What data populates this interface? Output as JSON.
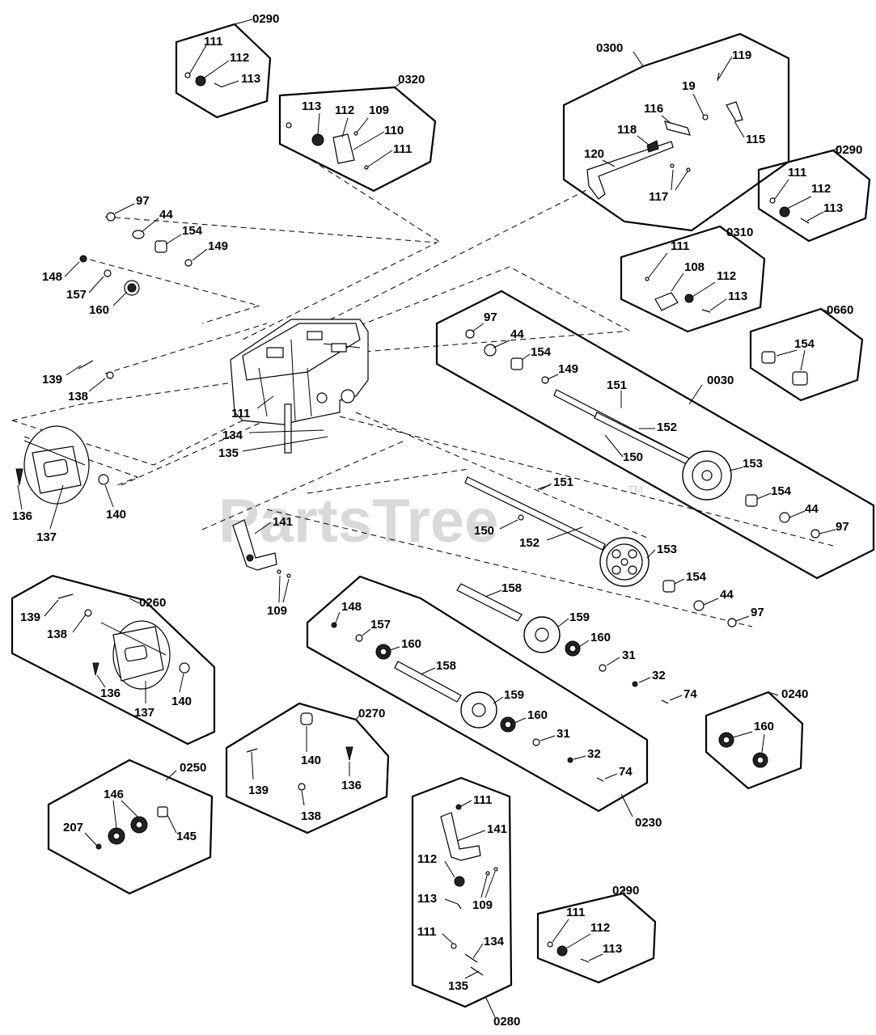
{
  "watermark": {
    "text": "PartsTree",
    "tm": "TM"
  },
  "groups": [
    {
      "id": "0290",
      "label": "0290",
      "parts": [
        "111",
        "112",
        "113"
      ]
    },
    {
      "id": "0320",
      "label": "0320",
      "parts": [
        "113",
        "112",
        "109",
        "110",
        "111"
      ]
    },
    {
      "id": "0300",
      "label": "0300",
      "parts": [
        "119",
        "19",
        "116",
        "118",
        "115",
        "120",
        "117"
      ]
    },
    {
      "id": "0290b",
      "label": "0290",
      "parts": [
        "111",
        "112",
        "113"
      ]
    },
    {
      "id": "0310",
      "label": "0310",
      "parts": [
        "111",
        "108",
        "112",
        "113"
      ]
    },
    {
      "id": "0660",
      "label": "0660",
      "parts": [
        "154"
      ]
    },
    {
      "id": "0030",
      "label": "0030",
      "parts": [
        "97",
        "44",
        "154",
        "149",
        "151",
        "152",
        "150",
        "153",
        "154",
        "44",
        "97"
      ]
    },
    {
      "id": "0260",
      "label": "0260",
      "parts": [
        "139",
        "138",
        "136",
        "137",
        "140"
      ]
    },
    {
      "id": "0230",
      "label": "0230",
      "parts": [
        "148",
        "157",
        "160",
        "158",
        "159",
        "160",
        "31",
        "32",
        "74"
      ]
    },
    {
      "id": "0240",
      "label": "0240",
      "parts": [
        "160"
      ]
    },
    {
      "id": "0270",
      "label": "0270",
      "parts": [
        "140",
        "139",
        "136",
        "138"
      ]
    },
    {
      "id": "0250",
      "label": "0250",
      "parts": [
        "146",
        "207",
        "145"
      ]
    },
    {
      "id": "0280",
      "label": "0280",
      "parts": [
        "111",
        "141",
        "112",
        "109",
        "113",
        "111",
        "134",
        "135"
      ]
    },
    {
      "id": "0290c",
      "label": "0290",
      "parts": [
        "111",
        "112",
        "113"
      ]
    }
  ],
  "callouts": {
    "g0290a": [
      "111",
      "112",
      "113"
    ],
    "g0320": [
      "113",
      "112",
      "109",
      "110",
      "111"
    ],
    "g0300": [
      "119",
      "19",
      "116",
      "118",
      "115",
      "120",
      "117"
    ],
    "g0290b": [
      "111",
      "112",
      "113"
    ],
    "g0310": [
      "111",
      "108",
      "112",
      "113"
    ],
    "g0660": [
      "154"
    ],
    "g0030": [
      "97",
      "44",
      "154",
      "149",
      "151",
      "152",
      "150",
      "153",
      "154",
      "44",
      "97"
    ],
    "loose_left": [
      "97",
      "44",
      "154",
      "149",
      "148",
      "157",
      "160",
      "139",
      "138",
      "111",
      "134",
      "135",
      "136",
      "137",
      "140",
      "141",
      "109",
      "151",
      "150",
      "152",
      "153",
      "154",
      "44",
      "97"
    ],
    "g0260": [
      "139",
      "138",
      "136",
      "137",
      "140"
    ],
    "g0230": [
      "158",
      "159",
      "160",
      "31",
      "32",
      "74",
      "148",
      "157",
      "160",
      "158",
      "159",
      "160",
      "31",
      "32",
      "74"
    ],
    "g0240": [
      "160"
    ],
    "g0270": [
      "140",
      "139",
      "136",
      "138"
    ],
    "g0250": [
      "146",
      "207",
      "145"
    ],
    "g0280": [
      "111",
      "141",
      "112",
      "109",
      "113",
      "111",
      "134",
      "135"
    ],
    "g0290c": [
      "111",
      "112",
      "113"
    ]
  }
}
